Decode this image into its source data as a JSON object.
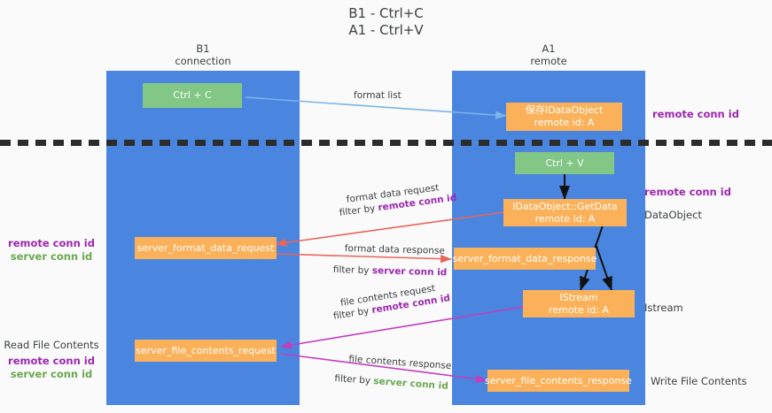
{
  "title": {
    "line1": "B1 - Ctrl+C",
    "line2": "A1 - Ctrl+V"
  },
  "lanes": [
    {
      "name": "B1",
      "role": "connection"
    },
    {
      "name": "A1",
      "role": "remote"
    }
  ],
  "boxes": {
    "ctrl_c": {
      "line1": "Ctrl + C"
    },
    "save_dataobject": {
      "line1": "保存IDataObject",
      "line2": "remote id: A"
    },
    "ctrl_v": {
      "line1": "Ctrl + V"
    },
    "getdata": {
      "line1": "IDataObject::GetData",
      "line2": "remote id: A"
    },
    "server_format_data_request": {
      "line1": "server_format_data_request"
    },
    "server_format_data_response": {
      "line1": "server_format_data_response"
    },
    "istream": {
      "line1": "IStream",
      "line2": "remote id: A"
    },
    "server_file_contents_request": {
      "line1": "server_file_contents_request"
    },
    "server_file_contents_response": {
      "line1": "server_file_contents_response"
    }
  },
  "edges": {
    "format_list": {
      "label": "format list"
    },
    "format_data_request": {
      "label": "format data request",
      "filter_prefix": "filter by ",
      "filter_key": "remote conn id"
    },
    "format_data_response": {
      "label": "format data response",
      "filter_prefix": "filter by ",
      "filter_key": "server conn id"
    },
    "file_contents_request": {
      "label": "file contents request",
      "filter_prefix": "filter by ",
      "filter_key": "remote conn id"
    },
    "file_contents_response": {
      "label": "file contents response",
      "filter_prefix": "filter by ",
      "filter_key": "server conn id"
    }
  },
  "annotations": {
    "right_top_remote": "remote conn id",
    "right_mid_remote": "remote conn id",
    "right_dataobject": "DataObject",
    "right_istream": "Istream",
    "right_write_file": "Write File Contents",
    "left_mid_remote": "remote conn id",
    "left_mid_server": "server conn id",
    "left_read_file": "Read File Contents",
    "left_bot_remote": "remote conn id",
    "left_bot_server": "server conn id"
  },
  "colors": {
    "lane": "#4a86e0",
    "green_box": "#82c785",
    "orange_box": "#fbb159",
    "purple": "#9c27b0",
    "green_text": "#6aa84f",
    "arrow_blue": "#7cb3e8",
    "arrow_red": "#e8655a",
    "arrow_magenta": "#c23fbf",
    "arrow_black": "#111111",
    "background": "#fafafa"
  }
}
